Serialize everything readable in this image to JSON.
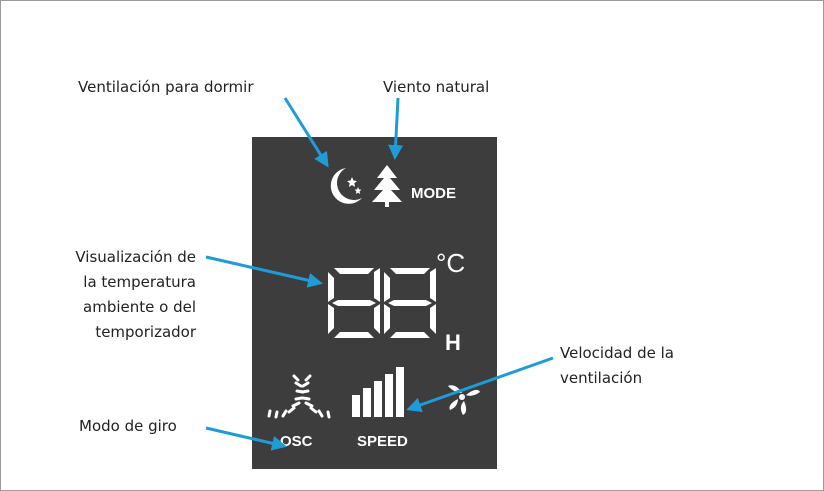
{
  "callouts": {
    "sleep": "Ventilación para dormir",
    "natural": "Viento natural",
    "display_line1": "Visualización de",
    "display_line2": "la temperatura",
    "display_line3": "ambiente o del",
    "display_line4": "temporizador",
    "speed_line1": "Velocidad de la",
    "speed_line2": "ventilación",
    "oscillation": "Modo de giro"
  },
  "panel": {
    "mode": "MODE",
    "unit_celsius": "°C",
    "unit_hours": "H",
    "osc": "OSC",
    "speed": "SPEED",
    "display_value": "88"
  },
  "colors": {
    "panel": "#3d3d3e",
    "arrow": "#1e9cd7",
    "segment": "#ffffff"
  },
  "icons": [
    "moon-stars-icon",
    "tree-icon",
    "oscillation-icon",
    "speed-bars-icon",
    "fan-icon"
  ]
}
